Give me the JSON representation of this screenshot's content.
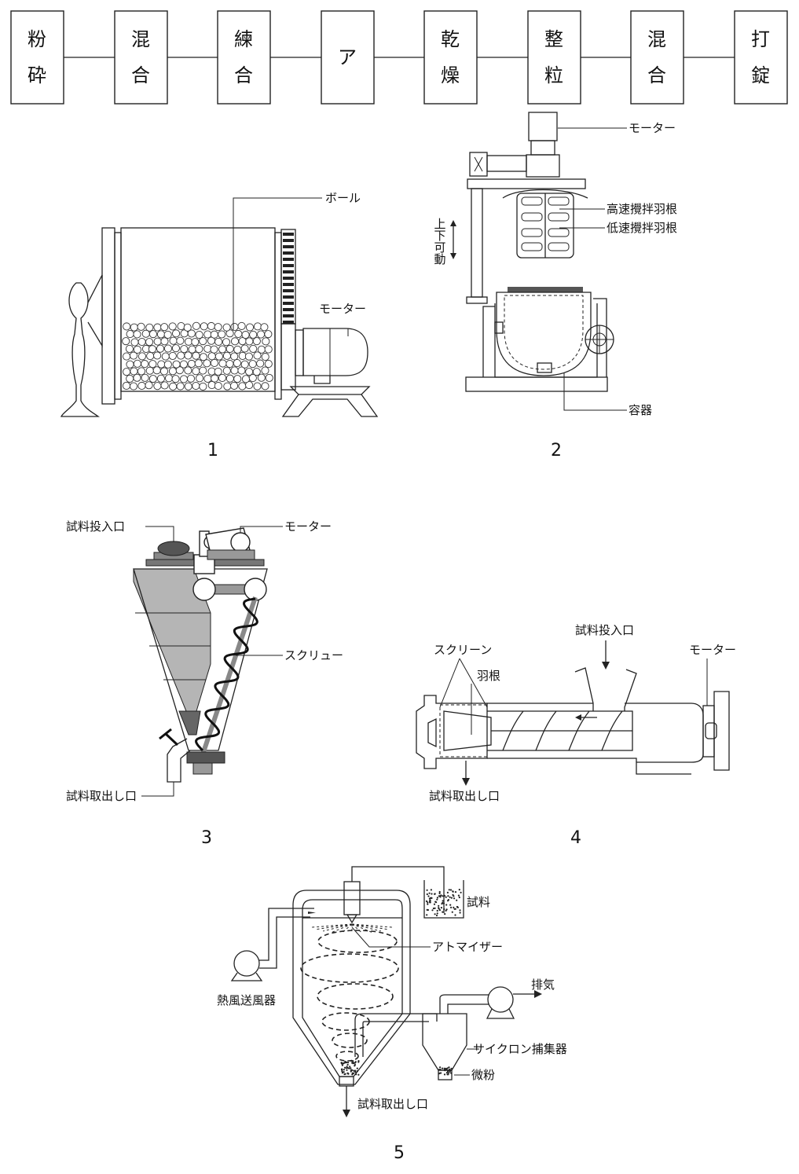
{
  "flow": {
    "steps": [
      {
        "line1": "粉",
        "line2": "砕"
      },
      {
        "line1": "混",
        "line2": "合"
      },
      {
        "line1": "練",
        "line2": "合"
      },
      {
        "line1": "ア",
        "line2": ""
      },
      {
        "line1": "乾",
        "line2": "燥"
      },
      {
        "line1": "整",
        "line2": "粒"
      },
      {
        "line1": "混",
        "line2": "合"
      },
      {
        "line1": "打",
        "line2": "錠"
      }
    ]
  },
  "figures": {
    "fig1": {
      "number": "1",
      "ball": "ボール",
      "motor": "モーター"
    },
    "fig2": {
      "number": "2",
      "motor": "モーター",
      "high_blade": "高速攪拌羽根",
      "low_blade": "低速攪拌羽根",
      "updown": [
        "上",
        "下",
        "可",
        "動"
      ],
      "container": "容器"
    },
    "fig3": {
      "number": "3",
      "inlet": "試料投入口",
      "motor": "モーター",
      "screw": "スクリュー",
      "outlet": "試料取出し口"
    },
    "fig4": {
      "number": "4",
      "inlet": "試料投入口",
      "screen": "スクリーン",
      "blade": "羽根",
      "motor": "モーター",
      "outlet": "試料取出し口"
    },
    "fig5": {
      "number": "5",
      "sample": "試料",
      "atomizer": "アトマイザー",
      "blower": "熱風送風器",
      "exhaust": "排気",
      "cyclone": "サイクロン捕集器",
      "fine_powder": "微粉",
      "outlet": "試料取出し口"
    }
  }
}
